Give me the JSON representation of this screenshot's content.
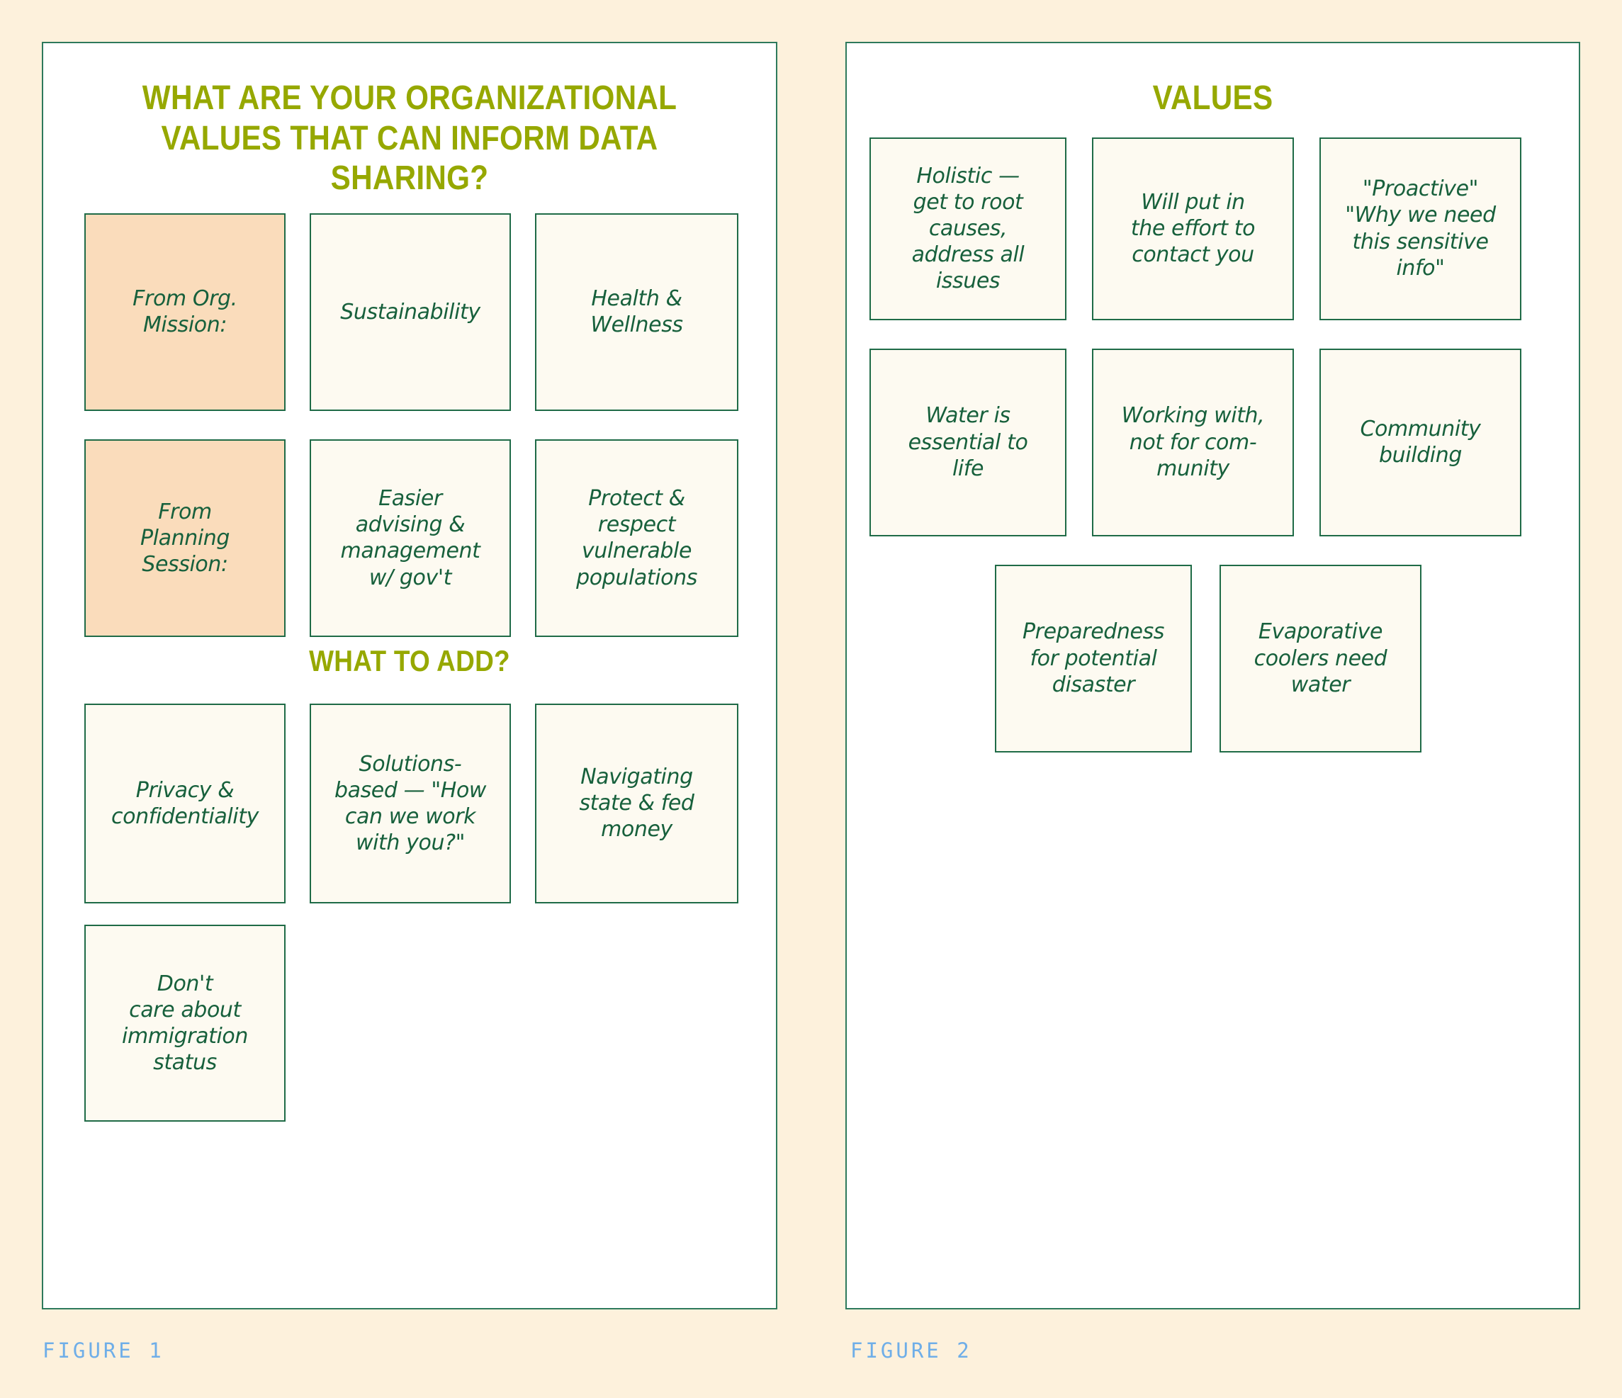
{
  "page": {
    "background_color": "#FDF1DC",
    "heading_color": "#96A800",
    "card_text_color": "#17603C",
    "card_border_color": "#1F6B47",
    "card_fill_color": "#FDFAF1",
    "card_highlight_fill_color": "#FADCBB",
    "caption_color": "#6FAEE8"
  },
  "figure1": {
    "caption": "FIGURE 1",
    "title": "WHAT ARE YOUR ORGANIZATIONAL\nVALUES THAT CAN INFORM DATA\nSHARING?",
    "subtitle": "WHAT TO ADD?",
    "row1": [
      {
        "label": "From Org.\nMission:",
        "highlight": true
      },
      {
        "label": "Sustainability",
        "highlight": false
      },
      {
        "label": "Health &\nWellness",
        "highlight": false
      }
    ],
    "row2": [
      {
        "label": "From\nPlanning\nSession:",
        "highlight": true
      },
      {
        "label": "Easier\nadvising &\nmanagement\nw/ gov't",
        "highlight": false
      },
      {
        "label": "Protect &\nrespect\nvulnerable\npopulations",
        "highlight": false
      }
    ],
    "add_row": [
      {
        "label": "Privacy &\nconfidentiality",
        "highlight": false
      },
      {
        "label": "Solutions-\nbased — \"How\ncan we work\nwith you?\"",
        "highlight": false
      },
      {
        "label": "Navigating\nstate & fed\nmoney",
        "highlight": false
      }
    ],
    "last_row": [
      {
        "label": "Don't\ncare about\nimmigration\nstatus",
        "highlight": false
      }
    ]
  },
  "figure2": {
    "caption": "FIGURE 2",
    "title": "VALUES",
    "row1": [
      {
        "label": "Holistic —\nget to root\ncauses,\naddress all\nissues",
        "highlight": false
      },
      {
        "label": "Will put in\nthe effort to\ncontact you",
        "highlight": false
      },
      {
        "label": "\"Proactive\"\n\"Why we need\nthis sensitive\ninfo\"",
        "highlight": false
      }
    ],
    "row2": [
      {
        "label": "Water is\nessential to\nlife",
        "highlight": false
      },
      {
        "label": "Working with,\nnot for com-\nmunity",
        "highlight": false
      },
      {
        "label": "Community\nbuilding",
        "highlight": false
      }
    ],
    "row3": [
      {
        "label": "Preparedness\nfor potential\ndisaster",
        "highlight": false
      },
      {
        "label": "Evaporative\ncoolers need\nwater",
        "highlight": false
      }
    ]
  }
}
